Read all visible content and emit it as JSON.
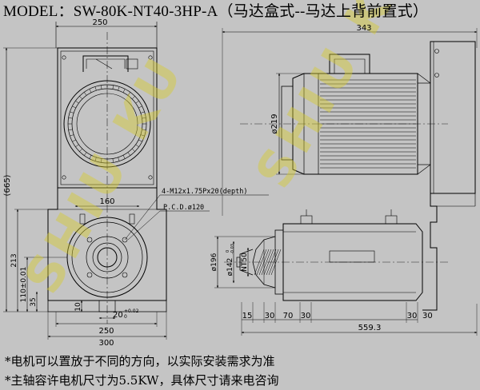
{
  "title": "MODEL：SW-80K-NT40-3HP-A（马达盒式--马达上背前置式）",
  "notes": [
    "*电机可以置放于不同的方向，以实际安装需求为准",
    "*主轴容许电机尺寸为5.5KW，具体尺寸请来电咨询"
  ],
  "watermark": "SHIU KU",
  "dimensions": {
    "top_width": "250",
    "side_length": "343",
    "total_height": "(665)",
    "motor_dia": "ø219",
    "inner_width": "160",
    "bolt_spec": "4-M12x1.75Px20(depth)",
    "pcd": "P.C.D.ø120",
    "height_213": "213",
    "height_110": "110±0.01",
    "height_35": "35",
    "slot_10": "10",
    "slot_20": "20",
    "slot_20_tol_upper": "+0.02",
    "slot_20_tol_lower": "0",
    "base_250": "250",
    "base_300": "300",
    "dia_196": "ø196",
    "dia_142": "ø142",
    "dia_142_tol_upper": "0",
    "dia_142_tol_lower": "-0.03",
    "taper": "NT50",
    "seg_15": "15",
    "seg_30a": "30",
    "seg_70": "70",
    "seg_30b": "30",
    "seg_30c": "30",
    "seg_30d": "30",
    "length_559": "559.3"
  },
  "colors": {
    "background": "#c4c4c4",
    "line": "#000000",
    "watermark": "#d8cc30"
  }
}
